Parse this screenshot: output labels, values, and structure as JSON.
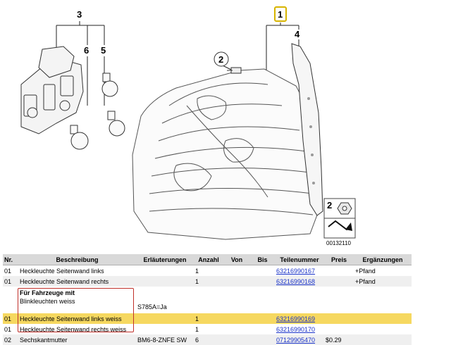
{
  "diagram": {
    "callouts": {
      "c1": "1",
      "c2a": "2",
      "c2b": "2",
      "c3": "3",
      "c4": "4",
      "c5": "5",
      "c6": "6"
    },
    "figure_number": "00132110"
  },
  "table": {
    "headers": {
      "nr": "Nr.",
      "desc": "Beschreibung",
      "expl": "Erläuterungen",
      "qty": "Anzahl",
      "from": "Von",
      "to": "Bis",
      "partno": "Teilenummer",
      "price": "Preis",
      "extra": "Ergänzungen"
    },
    "rows": [
      {
        "nr": "01",
        "desc": "Heckleuchte Seitenwand links",
        "expl": "",
        "qty": "1",
        "from": "",
        "to": "",
        "partno": "63216990167",
        "price": "",
        "extra": "+Pfand"
      },
      {
        "nr": "01",
        "desc": "Heckleuchte Seitenwand rechts",
        "expl": "",
        "qty": "1",
        "from": "",
        "to": "",
        "partno": "63216990168",
        "price": "",
        "extra": "+Pfand"
      },
      {
        "nr": "01",
        "desc": "Heckleuchte Seitenwand links weiss",
        "expl": "",
        "qty": "1",
        "from": "",
        "to": "",
        "partno": "63216990169",
        "price": "",
        "extra": ""
      },
      {
        "nr": "01",
        "desc": "Heckleuchte Seitenwand rechts weiss",
        "expl": "",
        "qty": "1",
        "from": "",
        "to": "",
        "partno": "63216990170",
        "price": "",
        "extra": ""
      },
      {
        "nr": "02",
        "desc": "Sechskantmutter",
        "expl": "BM6-8-ZNFE SW",
        "qty": "6",
        "from": "",
        "to": "",
        "partno": "07129905470",
        "price": "$0.29",
        "extra": ""
      }
    ],
    "group": {
      "title": "Für Fahrzeuge mit",
      "subtitle": "Blinkleuchten weiss",
      "note": "S785A=Ja"
    }
  }
}
